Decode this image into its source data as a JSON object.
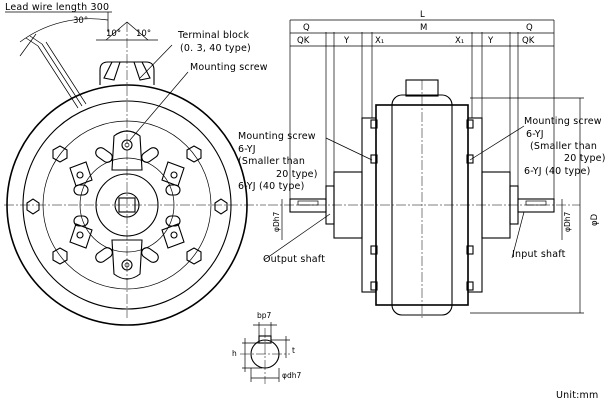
{
  "labels": {
    "lead_wire": "Lead wire length 300",
    "angle_30": "30°",
    "angle_10_left": "10°",
    "angle_10_right": "10°",
    "terminal_block": "Terminal block",
    "terminal_block_types": "(0. 3, 40 type)",
    "mounting_screw_front": "Mounting screw",
    "mounting_screw_left": "Mounting screw",
    "left_6yj": "6-YJ",
    "left_smaller": "(Smaller than",
    "left_20type": "20 type)",
    "left_6yj40": "6-YJ (40 type)",
    "output_shaft": "Output shaft",
    "mounting_screw_right": "Mounting screw",
    "right_6yj": "6-YJ",
    "right_smaller": "(Smaller than",
    "right_20type": "20 type)",
    "right_6yj40": "6-YJ (40 type)",
    "input_shaft": "Input shaft",
    "unit": "Unit:mm"
  },
  "dimensions": {
    "L": "L",
    "M": "M",
    "Q_left": "Q",
    "QK_left": "QK",
    "Y_left": "Y",
    "X1_left": "X₁",
    "X1_right": "X₁",
    "Y_right": "Y",
    "Q_right": "Q",
    "QK_right": "QK",
    "D": "φD",
    "Dh7_left": "φDh7",
    "Dh7_right": "φDh7",
    "bp7": "bp7",
    "h": "h",
    "t": "t",
    "dh7": "φdh7"
  }
}
